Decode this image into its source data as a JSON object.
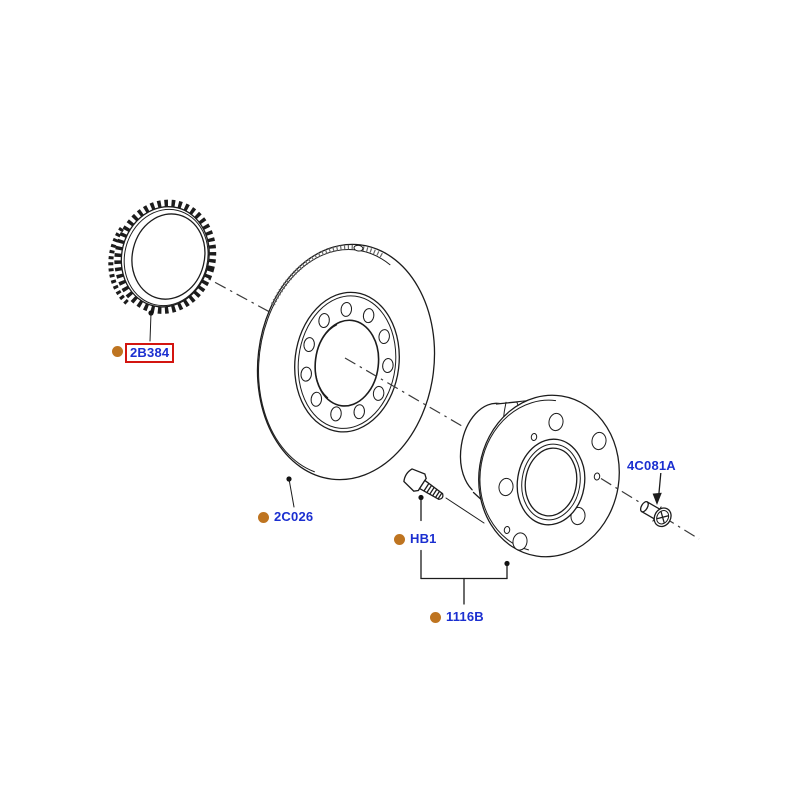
{
  "diagram": {
    "type": "exploded-parts-diagram",
    "background": "#ffffff",
    "colors": {
      "line": "#1c1c1c",
      "label_text": "#1b2fd0",
      "bullet": "#be7420",
      "highlight_box": "#d31510"
    },
    "labels": [
      {
        "part_no": "2B384",
        "bullet": true,
        "highlighted": true,
        "drawing": "abs-reluctor-ring"
      },
      {
        "part_no": "2C026",
        "bullet": true,
        "highlighted": false,
        "drawing": "brake-disc"
      },
      {
        "part_no": "HB1",
        "bullet": true,
        "highlighted": false,
        "drawing": "wheel-stud-bolt"
      },
      {
        "part_no": "1116B",
        "bullet": true,
        "highlighted": false,
        "drawing": "wheel-hub-assembly"
      },
      {
        "part_no": "4C081A",
        "bullet": false,
        "highlighted": false,
        "drawing": "hub-mount-bolt"
      }
    ]
  }
}
